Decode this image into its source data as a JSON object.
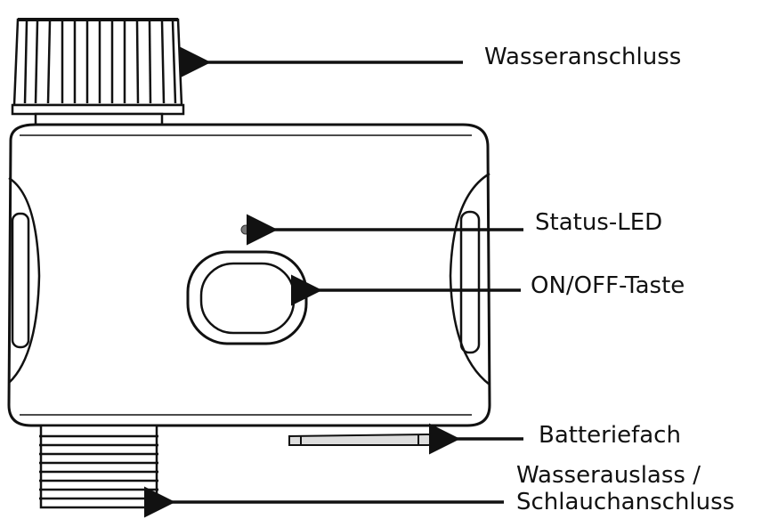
{
  "labels": {
    "water_inlet": "Wasseranschluss",
    "status_led": "Status-LED",
    "on_off_button": "ON/OFF-Taste",
    "battery_compartment": "Batteriefach",
    "water_outlet_line1": "Wasserauslass /",
    "water_outlet_line2": "Schlauchanschluss"
  },
  "colors": {
    "line": "#111111",
    "background": "#ffffff"
  }
}
